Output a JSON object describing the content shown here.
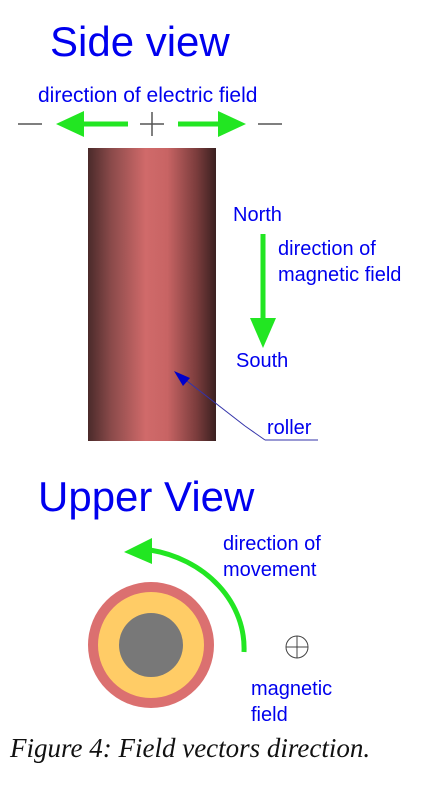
{
  "side_view": {
    "title": "Side view",
    "electric_field_label": "direction of electric field",
    "north_label": "North",
    "magnetic_field_label": "direction of magnetic field",
    "south_label": "South",
    "roller_label": "roller"
  },
  "upper_view": {
    "title": "Upper View",
    "movement_label": "direction of movement",
    "magnetic_field_label": "magnetic field"
  },
  "caption": "Figure 4: Field vectors direction.",
  "colors": {
    "text_blue": "#0000ee",
    "arrow_green": "#22e622",
    "roller_red": "#c86464",
    "ring_outer": "#db7070",
    "ring_inner": "#ffcc66",
    "core_gray": "#787878"
  }
}
